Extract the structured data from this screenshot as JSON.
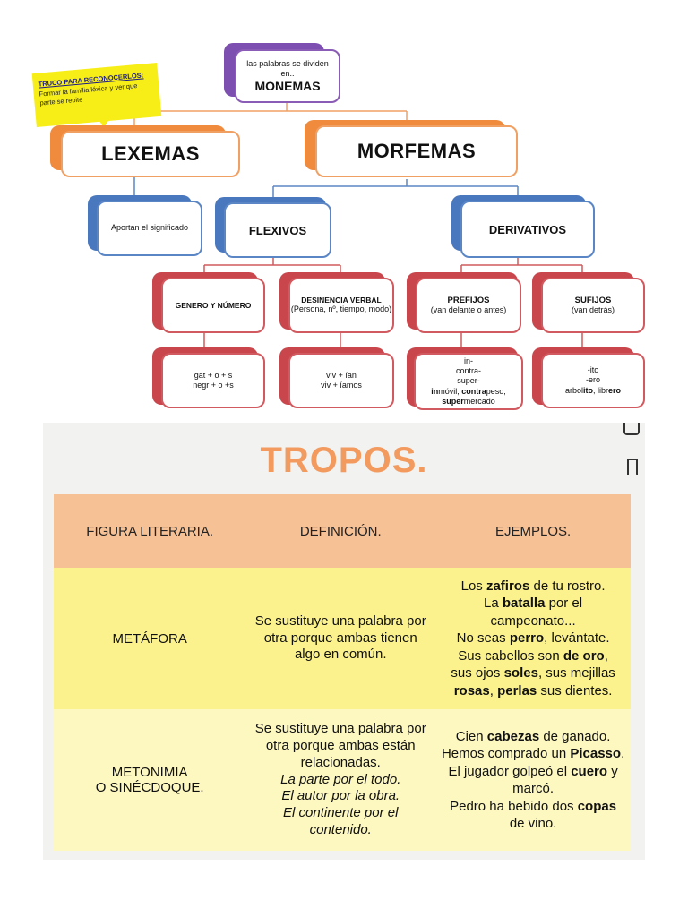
{
  "diagram": {
    "root": {
      "line1": "las palabras se dividen",
      "line2": "en..",
      "title": "MONEMAS"
    },
    "truco": {
      "title": "TRUCO PARA RECONOCERLOS:",
      "text": "Formar la familia léxica y ver que parte se repite"
    },
    "lexemas": {
      "label": "LEXEMAS",
      "child": "Aportan el significado"
    },
    "morfemas": {
      "label": "MORFEMAS"
    },
    "flexivos": {
      "label": "FLEXIVOS",
      "genero": {
        "label": "GENERO Y NÚMERO",
        "examples": [
          "gat + o + s",
          "negr + o +s"
        ]
      },
      "desinencia": {
        "label": "DESINENCIA VERBAL",
        "sub": "(Persona, nº, tiempo, modo)",
        "examples": [
          "viv + ían",
          "viv + íamos"
        ]
      }
    },
    "derivativos": {
      "label": "DERIVATIVOS",
      "prefijos": {
        "label": "PREFIJOS",
        "sub": "(van delante o antes)",
        "ex1": "in-",
        "ex2": "contra-",
        "ex3": "super-",
        "ex4a": "in",
        "ex4b": "móvil, ",
        "ex4c": "contra",
        "ex4d": "peso,",
        "ex5a": "super",
        "ex5b": "mercado"
      },
      "sufijos": {
        "label": "SUFIJOS",
        "sub": "(van detrás)",
        "ex1": "-ito",
        "ex2": "-ero",
        "ex3a": "arbol",
        "ex3b": "ito",
        "ex3c": ", libr",
        "ex3d": "ero"
      }
    }
  },
  "tropos": {
    "title": "TROPOS.",
    "headers": [
      "FIGURA LITERARIA.",
      "DEFINICIÓN.",
      "EJEMPLOS."
    ],
    "metafora": {
      "name": "METÁFORA",
      "def": "Se sustituye una palabra por otra porque ambas tienen algo en común.",
      "ex": {
        "a1": "Los ",
        "a2": "zafiros",
        "a3": " de tu rostro.",
        "b1": "La ",
        "b2": "batalla",
        "b3": " por el campeonato...",
        "c1": "No seas ",
        "c2": "perro",
        "c3": ", levántate.",
        "d1": "Sus cabellos son ",
        "d2": "de oro",
        "d3": ",",
        "e1": "sus ojos ",
        "e2": "soles",
        "e3": ", sus mejillas",
        "f1": "rosas",
        "f2": ", ",
        "f3": "perlas",
        "f4": " sus dientes."
      }
    },
    "metonimia": {
      "name1": "METONIMIA",
      "name2": "O SINÉCDOQUE.",
      "def": "Se sustituye una palabra por otra porque ambas están relacionadas.",
      "def_i1": "La parte por el todo.",
      "def_i2": "El autor por la obra.",
      "def_i3": "El continente por el contenido.",
      "ex": {
        "a1": "Cien ",
        "a2": "cabezas",
        "a3": " de ganado.",
        "b1": "Hemos comprado un ",
        "b2": "Picasso",
        "b3": ".",
        "c1": "El jugador golpeó el ",
        "c2": "cuero",
        "c3": " y marcó.",
        "d1": "Pedro ha bebido dos ",
        "d2": "copas",
        "d3": " de vino."
      }
    }
  }
}
